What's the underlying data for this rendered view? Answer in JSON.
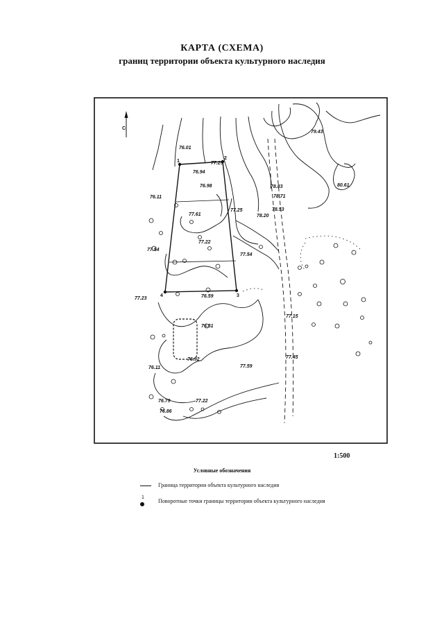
{
  "header": {
    "title": "КАРТА (СХЕМА)",
    "subtitle": "границ территории объекта культурного наследия"
  },
  "map": {
    "north_label": "С",
    "scale": "1:500",
    "boundary_points": [
      "1",
      "2",
      "3",
      "4"
    ],
    "elevations": [
      {
        "id": "e1",
        "text": "76.01"
      },
      {
        "id": "e2",
        "text": "77.29"
      },
      {
        "id": "e3",
        "text": "76.94"
      },
      {
        "id": "e4",
        "text": "76.98"
      },
      {
        "id": "e5",
        "text": "76.11"
      },
      {
        "id": "e6",
        "text": "77.61"
      },
      {
        "id": "e7",
        "text": "77.25"
      },
      {
        "id": "e8",
        "text": "77.22"
      },
      {
        "id": "e9",
        "text": "77.54"
      },
      {
        "id": "e10",
        "text": "77.54"
      },
      {
        "id": "e11",
        "text": "77.23"
      },
      {
        "id": "e12",
        "text": "76.59"
      },
      {
        "id": "e13",
        "text": "76.51"
      },
      {
        "id": "e14",
        "text": "76.92"
      },
      {
        "id": "e15",
        "text": "76.11"
      },
      {
        "id": "e16",
        "text": "77.59"
      },
      {
        "id": "e17",
        "text": "76.79"
      },
      {
        "id": "e18",
        "text": "77.22"
      },
      {
        "id": "e19",
        "text": "76.86"
      },
      {
        "id": "e20",
        "text": "79.43"
      },
      {
        "id": "e21",
        "text": "78.83"
      },
      {
        "id": "e22",
        "text": "78.71"
      },
      {
        "id": "e23",
        "text": "78.53"
      },
      {
        "id": "e24",
        "text": "78.20"
      },
      {
        "id": "e25",
        "text": "80.61"
      },
      {
        "id": "e26",
        "text": "77.15"
      },
      {
        "id": "e27",
        "text": "77.45"
      }
    ]
  },
  "legend": {
    "title": "Условные обозначения",
    "point_number": "1",
    "items": [
      {
        "text": "Граница территории объекта культурного наследия"
      },
      {
        "text": "Поворотные точки границы территории объекта культурного наследия"
      }
    ]
  }
}
